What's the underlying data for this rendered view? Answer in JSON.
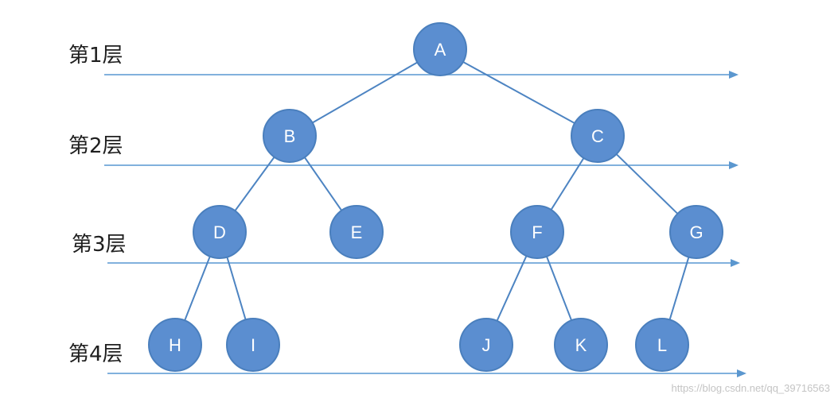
{
  "diagram": {
    "levels": [
      "第1层",
      "第2层",
      "第3层",
      "第4层"
    ],
    "nodes": [
      {
        "id": "A",
        "label": "A",
        "level": 1
      },
      {
        "id": "B",
        "label": "B",
        "level": 2
      },
      {
        "id": "C",
        "label": "C",
        "level": 2
      },
      {
        "id": "D",
        "label": "D",
        "level": 3
      },
      {
        "id": "E",
        "label": "E",
        "level": 3
      },
      {
        "id": "F",
        "label": "F",
        "level": 3
      },
      {
        "id": "G",
        "label": "G",
        "level": 3
      },
      {
        "id": "H",
        "label": "H",
        "level": 4
      },
      {
        "id": "I",
        "label": "I",
        "level": 4
      },
      {
        "id": "J",
        "label": "J",
        "level": 4
      },
      {
        "id": "K",
        "label": "K",
        "level": 4
      },
      {
        "id": "L",
        "label": "L",
        "level": 4
      }
    ],
    "edges": [
      [
        "A",
        "B"
      ],
      [
        "A",
        "C"
      ],
      [
        "B",
        "D"
      ],
      [
        "B",
        "E"
      ],
      [
        "C",
        "F"
      ],
      [
        "C",
        "G"
      ],
      [
        "D",
        "H"
      ],
      [
        "D",
        "I"
      ],
      [
        "F",
        "J"
      ],
      [
        "F",
        "K"
      ],
      [
        "G",
        "L"
      ]
    ],
    "colors": {
      "node_fill": "#5b8ed0",
      "edge": "#4d84c2",
      "arrow": "#6fa6d8"
    }
  },
  "watermark": "https://blog.csdn.net/qq_39716563"
}
